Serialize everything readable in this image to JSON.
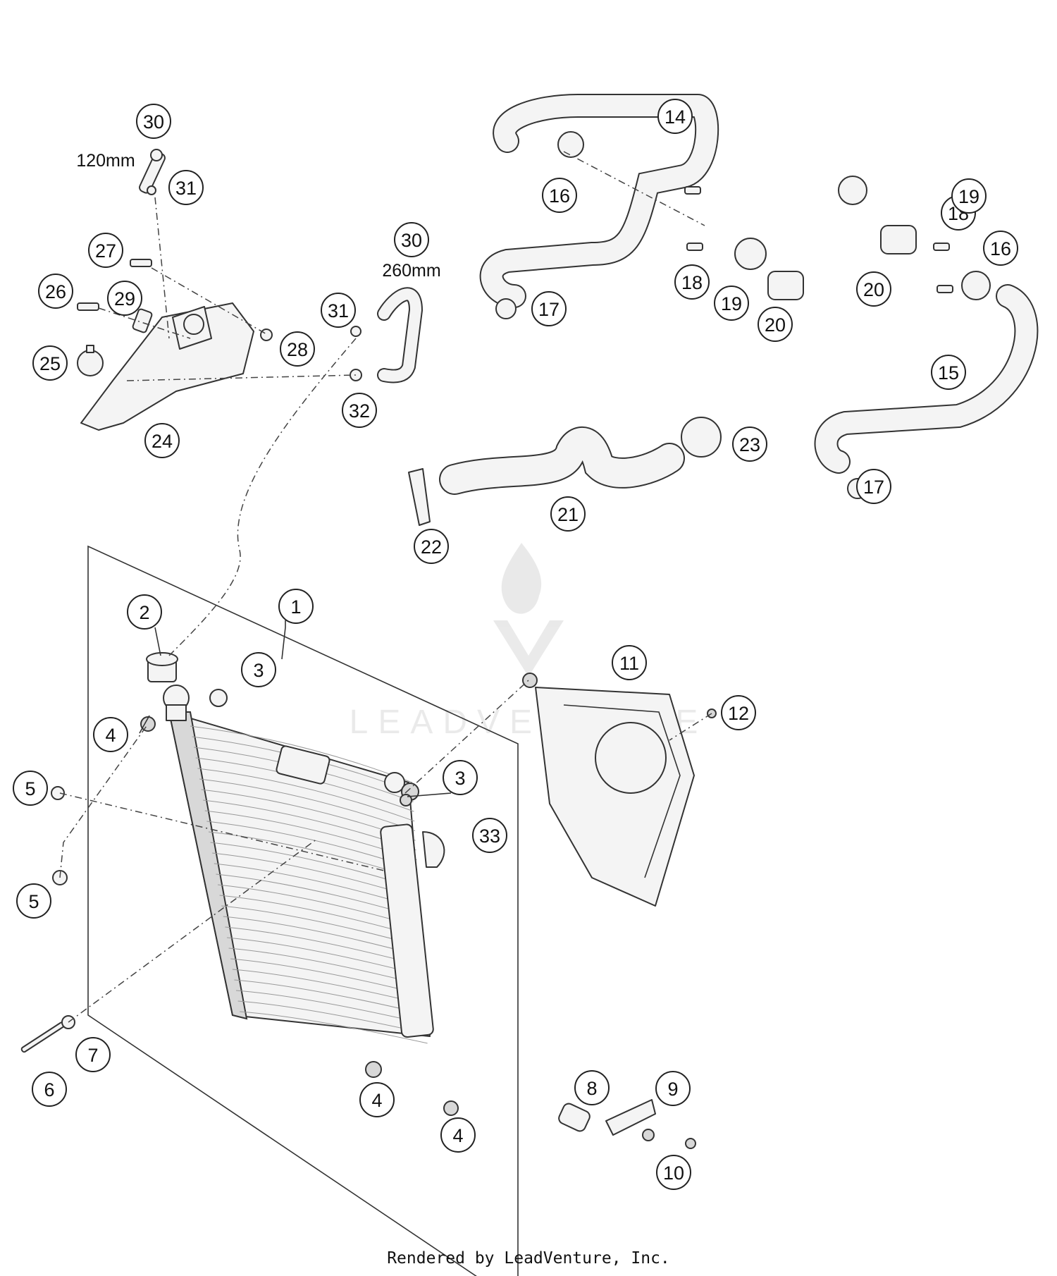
{
  "footer": "Rendered by LeadVenture, Inc.",
  "watermark": "LEADVENTURE",
  "dimensions": [
    "120mm",
    "260mm"
  ],
  "callouts": [
    "1",
    "2",
    "3",
    "3",
    "4",
    "4",
    "4",
    "5",
    "5",
    "6",
    "7",
    "8",
    "9",
    "10",
    "11",
    "12",
    "14",
    "15",
    "16",
    "16",
    "17",
    "17",
    "18",
    "18",
    "19",
    "19",
    "20",
    "20",
    "21",
    "22",
    "23",
    "24",
    "25",
    "26",
    "27",
    "28",
    "29",
    "30",
    "30",
    "31",
    "31",
    "32",
    "33"
  ]
}
